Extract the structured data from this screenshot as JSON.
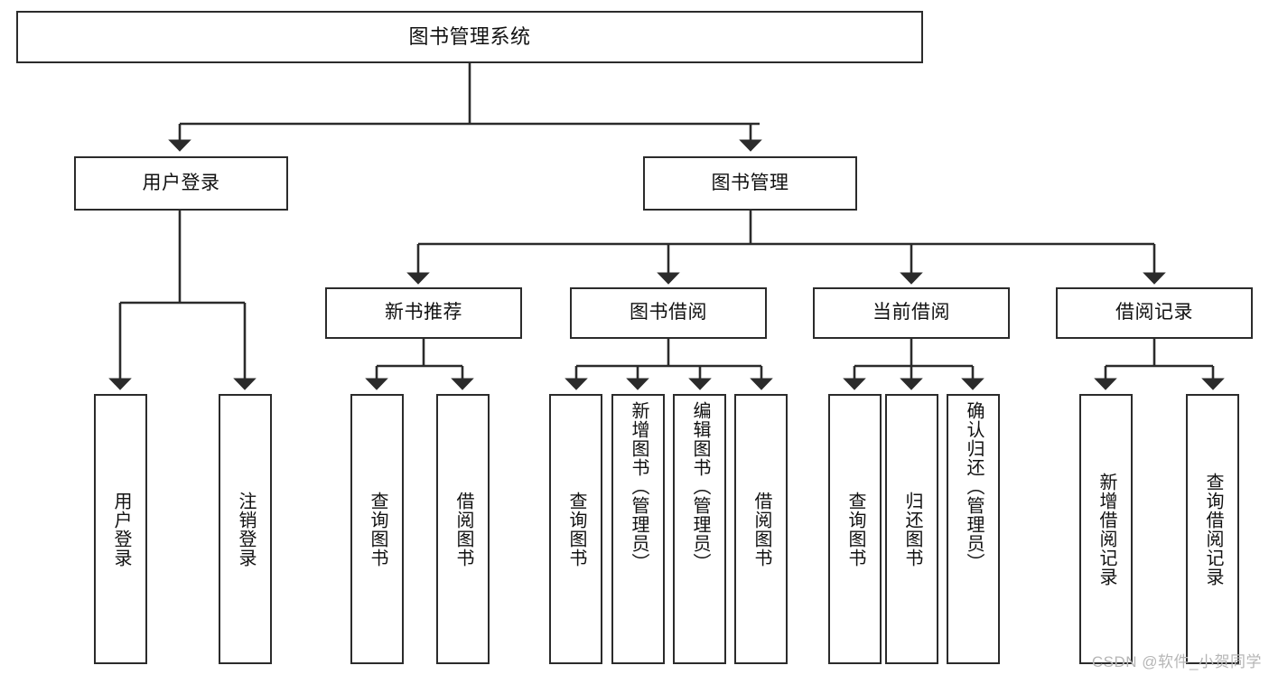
{
  "diagram": {
    "type": "org-tree",
    "title": "图书管理系统",
    "root": {
      "label": "图书管理系统"
    },
    "level2": [
      {
        "label": "用户登录"
      },
      {
        "label": "图书管理"
      }
    ],
    "level3": [
      {
        "label": "新书推荐"
      },
      {
        "label": "图书借阅"
      },
      {
        "label": "当前借阅"
      },
      {
        "label": "借阅记录"
      }
    ],
    "leaves": {
      "user_login": [
        {
          "label": "用户登录"
        },
        {
          "label": "注销登录"
        }
      ],
      "new_book_recommend": [
        {
          "label": "查询图书"
        },
        {
          "label": "借阅图书"
        }
      ],
      "book_borrow": [
        {
          "label": "查询图书"
        },
        {
          "label": "新增图书（管理员）"
        },
        {
          "label": "编辑图书（管理员）"
        },
        {
          "label": "借阅图书"
        }
      ],
      "current_borrow": [
        {
          "label": "查询图书"
        },
        {
          "label": "归还图书"
        },
        {
          "label": "确认归还（管理员）"
        }
      ],
      "borrow_records": [
        {
          "label": "新增借阅记录"
        },
        {
          "label": "查询借阅记录"
        }
      ]
    }
  },
  "watermark": {
    "text": "CSDN @软件_小贺同学"
  },
  "colors": {
    "background": "#ffffff",
    "box_border": "#2b2b2b",
    "text": "#111111",
    "edge": "#2b2b2b",
    "watermark": "#b6b6b6"
  }
}
